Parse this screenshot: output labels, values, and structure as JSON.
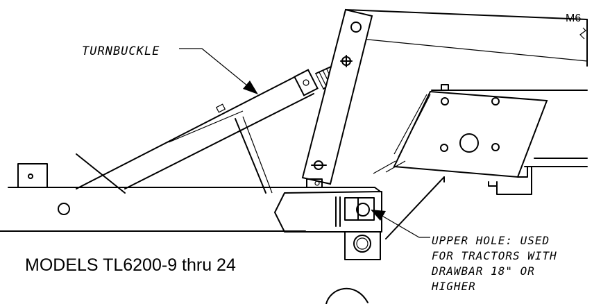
{
  "diagram": {
    "labels": {
      "turnbuckle": "TURNBUCKLE",
      "m6": "M6"
    },
    "upper_hole_note": "UPPER HOLE: USED\nFOR TRACTORS WITH\nDRAWBAR 18\" OR\nHIGHER",
    "models_title": "MODELS TL6200-9 thru 24"
  }
}
